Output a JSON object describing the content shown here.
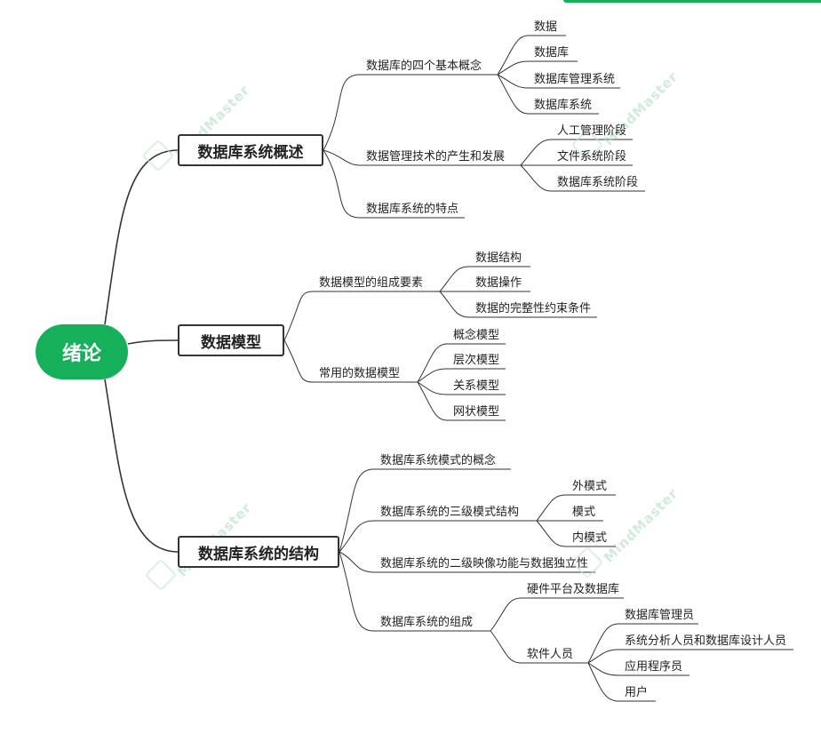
{
  "watermark": "MindMaster",
  "root": "绪论",
  "topics": {
    "t1": "数据库系统概述",
    "t2": "数据模型",
    "t3": "数据库系统的结构"
  },
  "labels": {
    "s1a": "数据库的四个基本概念",
    "s1a1": "数据",
    "s1a2": "数据库",
    "s1a3": "数据库管理系统",
    "s1a4": "数据库系统",
    "s1b": "数据管理技术的产生和发展",
    "s1b1": "人工管理阶段",
    "s1b2": "文件系统阶段",
    "s1b3": "数据库系统阶段",
    "s1c": "数据库系统的特点",
    "s2a": "数据模型的组成要素",
    "s2a1": "数据结构",
    "s2a2": "数据操作",
    "s2a3": "数据的完整性约束条件",
    "s2b": "常用的数据模型",
    "s2b1": "概念模型",
    "s2b2": "层次模型",
    "s2b3": "关系模型",
    "s2b4": "网状模型",
    "s3a": "数据库系统模式的概念",
    "s3b": "数据库系统的三级模式结构",
    "s3b1": "外模式",
    "s3b2": "模式",
    "s3b3": "内模式",
    "s3c": "数据库系统的二级映像功能与数据独立性",
    "s3d": "数据库系统的组成",
    "s3d1": "硬件平台及数据库",
    "s3d2": "软件人员",
    "s3d21": "数据库管理员",
    "s3d22": "系统分析人员和数据库设计人员",
    "s3d23": "应用程序员",
    "s3d24": "用户"
  }
}
